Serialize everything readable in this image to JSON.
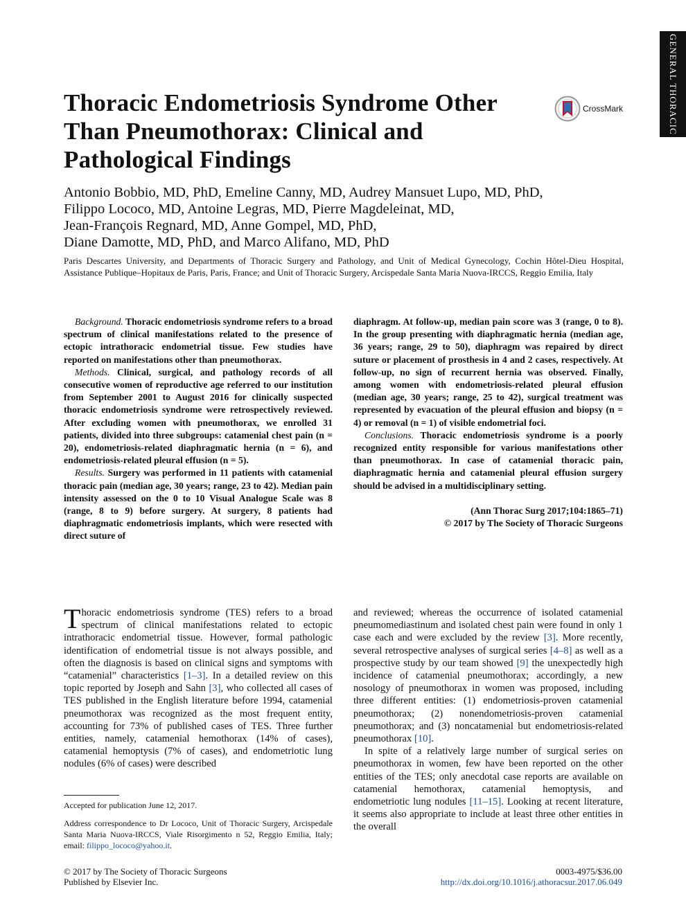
{
  "section_tab": "GENERAL THORACIC",
  "title": "Thoracic Endometriosis Syndrome Other Than Pneumothorax: Clinical and Pathological Findings",
  "crossmark": {
    "label": "CrossMark",
    "icon": "crossmark-icon"
  },
  "authors": [
    "Antonio Bobbio, MD, PhD, Emeline Canny, MD, Audrey Mansuet Lupo, MD, PhD,",
    "Filippo Lococo, MD, Antoine Legras, MD, Pierre Magdeleinat, MD,",
    "Jean-François Regnard, MD, Anne Gompel, MD, PhD,",
    "Diane Damotte, MD, PhD, and Marco Alifano, MD, PhD"
  ],
  "affiliation": "Paris Descartes University, and Departments of Thoracic Surgery and Pathology, and Unit of Medical Gynecology, Cochin Hôtel-Dieu Hospital, Assistance Publique–Hopitaux de Paris, Paris, France; and Unit of Thoracic Surgery, Arcispedale Santa Maria Nuova-IRCCS, Reggio Emilia, Italy",
  "abstract": {
    "background_label": "Background.",
    "background": " Thoracic endometriosis syndrome refers to a broad spectrum of clinical manifestations related to the presence of ectopic intrathoracic endometrial tissue. Few studies have reported on manifestations other than pneumothorax.",
    "methods_label": "Methods.",
    "methods": " Clinical, surgical, and pathology records of all consecutive women of reproductive age referred to our institution from September 2001 to August 2016 for clinically suspected thoracic endometriosis syndrome were retrospectively reviewed. After excluding women with pneumothorax, we enrolled 31 patients, divided into three subgroups: catamenial chest pain (n = 20), endometriosis-related diaphragmatic hernia (n = 6), and endometriosis-related pleural effusion (n = 5).",
    "results_label": "Results.",
    "results": " Surgery was performed in 11 patients with catamenial thoracic pain (median age, 30 years; range, 23 to 42). Median pain intensity assessed on the 0 to 10 Visual Analogue Scale was 8 (range, 8 to 9) before surgery. At surgery, 8 patients had diaphragmatic endometriosis implants, which were resected with direct suture of",
    "results_cont": "diaphragm. At follow-up, median pain score was 3 (range, 0 to 8). In the group presenting with diaphragmatic hernia (median age, 36 years; range, 29 to 50), diaphragm was repaired by direct suture or placement of prosthesis in 4 and 2 cases, respectively. At follow-up, no sign of recurrent hernia was observed. Finally, among women with endometriosis-related pleural effusion (median age, 30 years; range, 25 to 42), surgical treatment was represented by evacuation of the pleural effusion and biopsy (n = 4) or removal (n = 1) of visible endometrial foci.",
    "conclusions_label": "Conclusions.",
    "conclusions": " Thoracic endometriosis syndrome is a poorly recognized entity responsible for various manifestations other than pneumothorax. In case of catamenial thoracic pain, diaphragmatic hernia and catamenial pleural effusion surgery should be advised in a multidisciplinary setting.",
    "citation": "(Ann Thorac Surg 2017;104:1865–71)",
    "copyright": "© 2017 by The Society of Thoracic Surgeons"
  },
  "body": {
    "dropcap": "T",
    "left_a": "horacic endometriosis syndrome (TES) refers to a broad spectrum of clinical manifestations related to ectopic intrathoracic endometrial tissue. However, formal pathologic identification of endometrial tissue is not always possible, and often the diagnosis is based on clinical signs and symptoms with “catamenial” characteristics ",
    "ref_1_3": "[1–3]",
    "left_b": ". In a detailed review on this topic reported by Joseph and Sahn ",
    "ref_3a": "[3]",
    "left_c": ", who collected all cases of TES published in the English literature before 1994, catamenial pneumothorax was recognized as the most frequent entity, accounting for 73% of published cases of TES. Three further entities, namely, catamenial hemothorax (14% of cases), catamenial hemoptysis (7% of cases), and endometriotic lung nodules (6% of cases) were described",
    "right_a": "and reviewed; whereas the occurrence of isolated catamenial pneumomediastinum and isolated chest pain were found in only 1 case each and were excluded by the review ",
    "ref_3b": "[3]",
    "right_b": ". More recently, several retrospective analyses of surgical series ",
    "ref_4_8": "[4–8]",
    "right_c": " as well as a prospective study by our team showed ",
    "ref_9": "[9]",
    "right_d": " the unexpectedly high incidence of catamenial pneumothorax; accordingly, a new nosology of pneumothorax in women was proposed, including three different entities: (1) endometriosis-proven catamenial pneumothorax; (2) nonendometriosis-proven catamenial pneumothorax; and (3) noncatamenial but endometriosis-related pneumothorax ",
    "ref_10": "[10]",
    "right_e": ".",
    "right_p2_a": "In spite of a relatively large number of surgical series on pneumothorax in women, few have been reported on the other entities of the TES; only anecdotal case reports are available on catamenial hemothorax, catamenial hemoptysis, and endometriotic lung nodules ",
    "ref_11_15": "[11–15]",
    "right_p2_b": ". Looking at recent literature, it seems also appropriate to include at least three other entities in the overall"
  },
  "footnotes": {
    "accepted": "Accepted for publication June 12, 2017.",
    "correspondence": "Address correspondence to Dr Lococo, Unit of Thoracic Surgery, Arcispedale Santa Maria Nuova-IRCCS, Viale Risorgimento n 52, Reggio Emilia, Italy; email: ",
    "email": "filippo_lococo@yahoo.it",
    "correspondence_end": "."
  },
  "footer": {
    "copyright": "© 2017 by The Society of Thoracic Surgeons",
    "publisher": "Published by Elsevier Inc.",
    "issn": "0003-4975/$36.00",
    "doi": "http://dx.doi.org/10.1016/j.athoracsur.2017.06.049"
  }
}
